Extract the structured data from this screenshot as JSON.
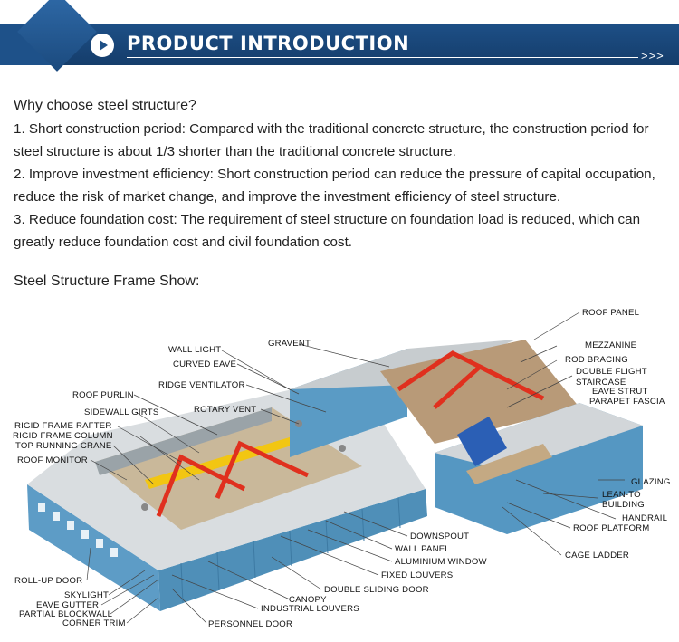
{
  "banner": {
    "title": "PRODUCT INTRODUCTION",
    "arrows": ">>>",
    "icon": "play-icon"
  },
  "intro": {
    "heading": "Why choose steel structure?",
    "points": [
      "1. Short construction period: Compared with the traditional concrete structure, the construction period for steel structure is about 1/3 shorter than the traditional concrete structure.",
      "2. Improve investment efficiency: Short construction period can reduce the pressure of capital occupation, reduce the risk of market change, and improve the investment efficiency of steel structure.",
      "3. Reduce foundation cost: The requirement of steel structure on foundation load is reduced, which can greatly reduce foundation cost and civil foundation cost."
    ]
  },
  "frame": {
    "heading": "Steel Structure Frame Show:",
    "labels": {
      "roof_panel": "ROOF PANEL",
      "gravent": "GRAVENT",
      "wall_light": "WALL LIGHT",
      "curved_eave": "CURVED EAVE",
      "mezzanine": "MEZZANINE",
      "rod_bracing": "ROD BRACING",
      "double_flight_staircase": "DOUBLE FLIGHT STAIRCASE",
      "ridge_ventilator": "RIDGE VENTILATOR",
      "eave_strut": "EAVE STRUT",
      "roof_purlin": "ROOF PURLIN",
      "parapet_fascia": "PARAPET FASCIA",
      "rotary_vent": "ROTARY VENT",
      "sidewall_girts": "SIDEWALL GIRTS",
      "rigid_frame_rafter": "RIGID FRAME RAFTER",
      "rigid_frame_column": "RIGID FRAME COLUMN",
      "top_running_crane": "TOP RUNNING CRANE",
      "roof_monitor": "ROOF MONITOR",
      "glazing": "GLAZING",
      "lean_to_building": "LEAN-TO BUILDING",
      "handrail": "HANDRAIL",
      "roof_platform": "ROOF PLATFORM",
      "downspout": "DOWNSPOUT",
      "wall_panel": "WALL PANEL",
      "cage_ladder": "CAGE LADDER",
      "aluminium_window": "ALUMINIUM WINDOW",
      "fixed_louvers": "FIXED LOUVERS",
      "roll_up_door": "ROLL-UP DOOR",
      "double_sliding_door": "DOUBLE SLIDING DOOR",
      "skylight": "SKYLIGHT",
      "canopy": "CANOPY",
      "eave_gutter": "EAVE GUTTER",
      "industrial_louvers": "INDUSTRIAL LOUVERS",
      "partial_blockwall": "PARTIAL BLOCKWALL",
      "corner_trim": "CORNER TRIM",
      "personnel_door": "PERSONNEL DOOR"
    }
  }
}
